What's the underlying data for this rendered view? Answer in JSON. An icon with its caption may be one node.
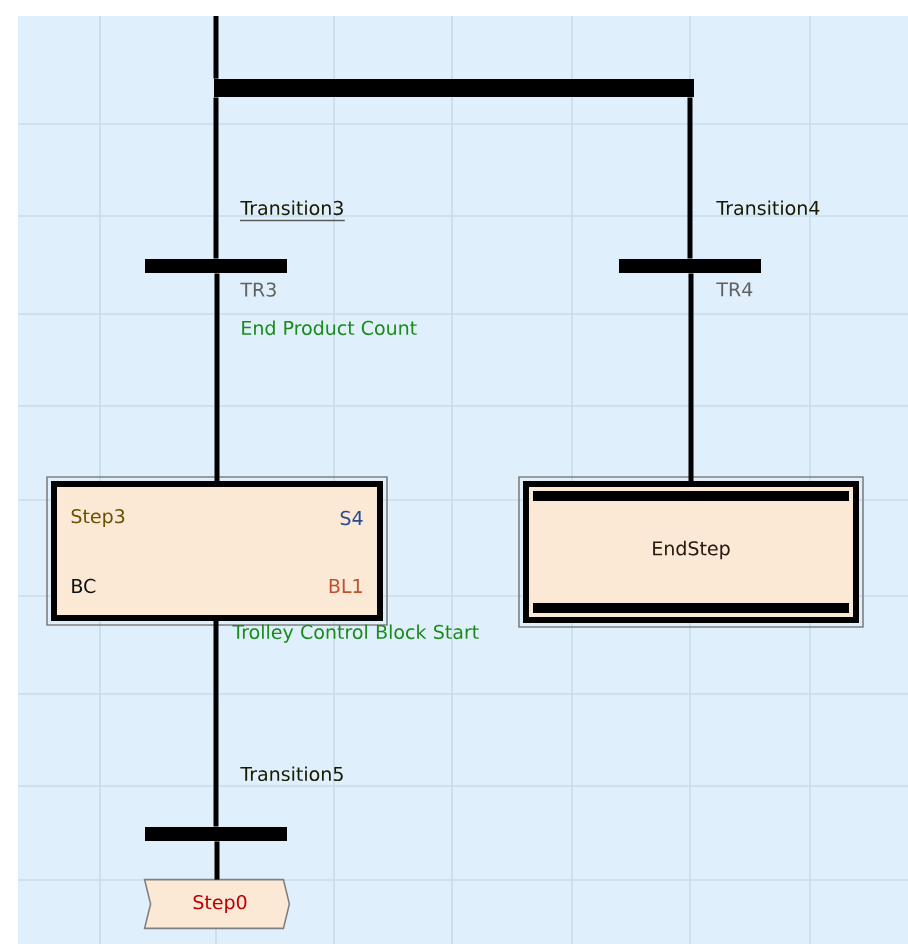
{
  "diagram": {
    "nodes": [
      {
        "text": [],
        "shape": "bar"
      },
      {
        "text": [],
        "shape": "bar",
        "beside": [
          "Transition3",
          "TR3",
          "End Product Count"
        ]
      },
      {
        "text": [],
        "shape": "bar",
        "beside": [
          "Transition4",
          "TR4"
        ]
      },
      {
        "text": [
          "Step3",
          "S4",
          "BC",
          "BL1"
        ],
        "beside": [
          "Trolley Control Block Start"
        ]
      },
      {
        "text": [
          "EndStep"
        ]
      },
      {
        "text": [],
        "shape": "bar",
        "beside": [
          "Transition5"
        ]
      },
      {
        "text": [
          "Step0"
        ]
      }
    ],
    "edges": [
      {
        "from": null,
        "to": 0,
        "arrow": "none"
      },
      {
        "from": 0,
        "to": 1,
        "arrow": "none"
      },
      {
        "from": 0,
        "to": 2,
        "arrow": "none"
      },
      {
        "from": 1,
        "to": 3,
        "arrow": "none"
      },
      {
        "from": 2,
        "to": 4,
        "arrow": "none"
      },
      {
        "from": 3,
        "to": 5,
        "arrow": "none"
      },
      {
        "from": 5,
        "to": 6,
        "arrow": "none"
      }
    ]
  }
}
